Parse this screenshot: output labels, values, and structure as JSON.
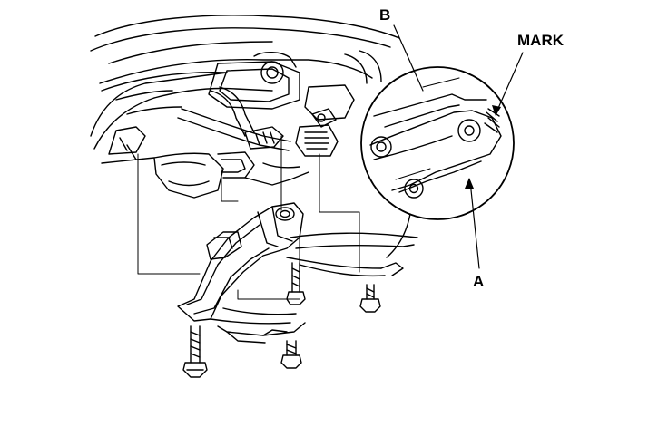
{
  "labels": {
    "b": "B",
    "mark": "MARK",
    "a": "A"
  },
  "colors": {
    "ink": "#000000",
    "paper": "#ffffff"
  }
}
